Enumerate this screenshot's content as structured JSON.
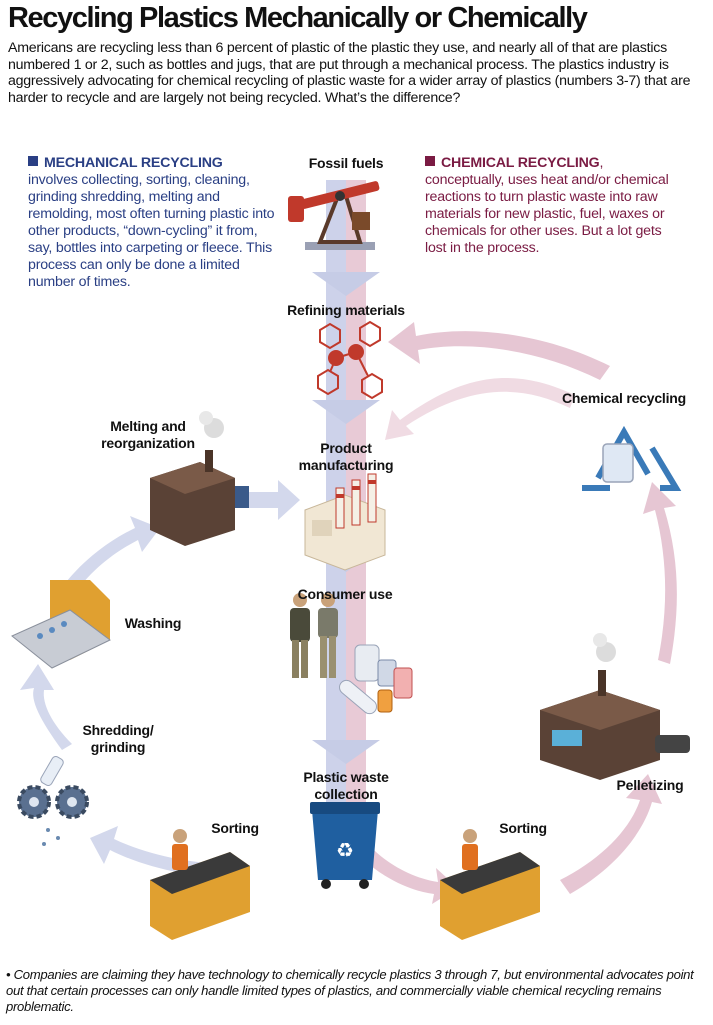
{
  "title": "Recycling Plastics Mechanically or Chemically",
  "intro": "Americans are recycling less than 6 percent of plastic of the plastic they use, and nearly all of that are plastics numbered 1 or 2, such as bottles and jugs, that are put through a mechanical process. The plastics industry is aggressively advocating for chemical recycling of plastic waste for a wider array of plastics (numbers 3-7) that are harder to recycle and are largely not being recycled. What’s the difference?",
  "mechanical": {
    "heading": "MECHANICAL RECYCLING",
    "body": "involves collecting, sorting, cleaning, grinding shredding, melting and remolding, most often turning plastic into other products, “down-cycling” it from, say, bottles into carpeting or fleece. This process can only be done a limited number of times."
  },
  "chemical": {
    "heading": "CHEMICAL RECYCLING",
    "body": ", conceptually, uses heat and/or chemical reactions to turn plastic waste into raw materials for new plastic, fuel, waxes or chemicals for other uses. But a lot gets lost in the process."
  },
  "stages": {
    "fossil_fuels": "Fossil fuels",
    "refining": "Refining materials",
    "product_1": "Product",
    "product_2": "manufacturing",
    "consumer_use": "Consumer use",
    "waste_1": "Plastic waste",
    "waste_2": "collection",
    "melting_1": "Melting and",
    "melting_2": "reorganization",
    "washing": "Washing",
    "shredding_1": "Shredding/",
    "shredding_2": "grinding",
    "sorting_left": "Sorting",
    "sorting_right": "Sorting",
    "pelletizing": "Pelletizing",
    "chemical_recycling": "Chemical recycling"
  },
  "footnote": "• Companies are claiming they have technology to chemically recycle plastics 3 through 7, but environmental advocates point out that certain processes can only handle limited types of plastics, and commercially viable chemical recycling remains problematic.",
  "colors": {
    "mechanical": "#2a3f84",
    "chemical": "#7a1b43",
    "arrow_blue": "#c9cfe6",
    "arrow_pink": "#e8cfd9"
  },
  "icons": [
    "oil-pump-icon",
    "molecule-icon",
    "factory-icon",
    "people-icon",
    "bottles-icon",
    "recycling-bin-icon",
    "melting-machine-icon",
    "washing-machine-icon",
    "gears-icon",
    "sorting-worker-icon",
    "pelletizer-icon",
    "recycle-icon"
  ]
}
